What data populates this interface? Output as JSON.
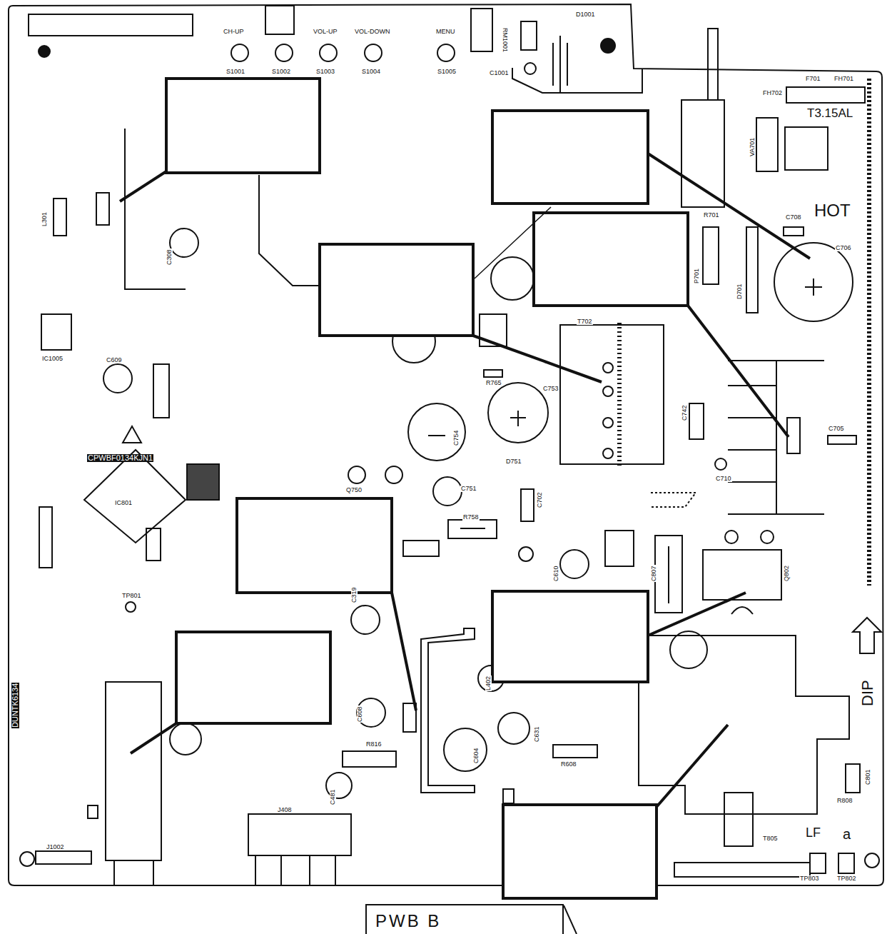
{
  "diagram": {
    "nodes": [
      {
        "text": [
          "PWB B"
        ]
      }
    ],
    "labels": [
      "CH-UP",
      "VOL-UP",
      "VOL-DOWN",
      "MENU",
      "S1001",
      "S1002",
      "S1003",
      "S1004",
      "S1005",
      "C1001",
      "RM1001",
      "D1001",
      "F701",
      "FH701",
      "FH702",
      "T3.15AL",
      "VA701",
      "HOT",
      "C706",
      "C708",
      "R701",
      "P701",
      "D701",
      "T702",
      "C753",
      "C754",
      "R765",
      "D751",
      "Q750",
      "C751",
      "C702",
      "R758",
      "C742",
      "C710",
      "C705",
      "IC801",
      "C308",
      "L301",
      "IC1005",
      "C609",
      "TP801",
      "C319",
      "C608",
      "C604",
      "C631",
      "R608",
      "C481",
      "J408",
      "J1002",
      "DIP",
      "LF",
      "a",
      "C801",
      "R808",
      "TP803",
      "TP802",
      "T805",
      "Q802",
      "C807",
      "C610",
      "CPWBF0134KJN1",
      "DUNTK6134",
      "R816",
      "L402"
    ]
  }
}
